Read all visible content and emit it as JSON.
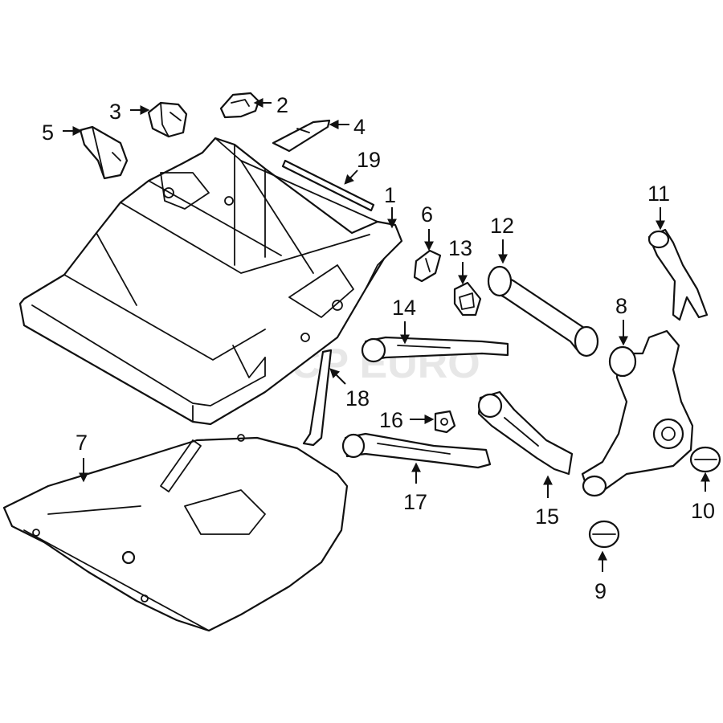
{
  "watermark": {
    "text": "FCP EURO"
  },
  "callouts": [
    {
      "id": "1",
      "label": "1"
    },
    {
      "id": "2",
      "label": "2"
    },
    {
      "id": "3",
      "label": "3"
    },
    {
      "id": "4",
      "label": "4"
    },
    {
      "id": "5",
      "label": "5"
    },
    {
      "id": "6",
      "label": "6"
    },
    {
      "id": "7",
      "label": "7"
    },
    {
      "id": "8",
      "label": "8"
    },
    {
      "id": "9",
      "label": "9"
    },
    {
      "id": "10",
      "label": "10"
    },
    {
      "id": "11",
      "label": "11"
    },
    {
      "id": "12",
      "label": "12"
    },
    {
      "id": "13",
      "label": "13"
    },
    {
      "id": "14",
      "label": "14"
    },
    {
      "id": "15",
      "label": "15"
    },
    {
      "id": "16",
      "label": "16"
    },
    {
      "id": "17",
      "label": "17"
    },
    {
      "id": "18",
      "label": "18"
    },
    {
      "id": "19",
      "label": "19"
    }
  ]
}
